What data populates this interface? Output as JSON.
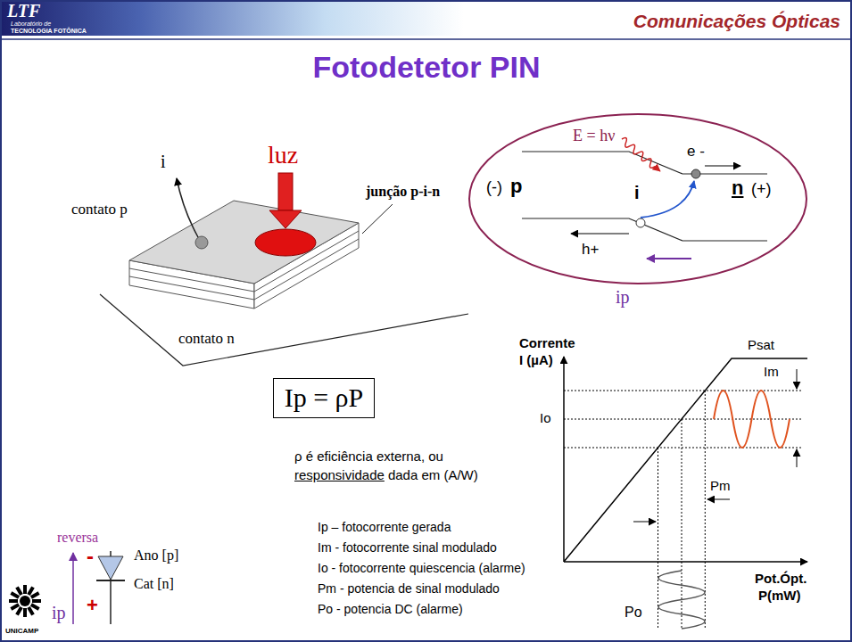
{
  "diagram": {
    "title": "Fotodetetor PIN",
    "nodes": [
      {
        "text": [
          "E = hν",
          "e -",
          "(-)",
          "p",
          "i",
          "n",
          "(+)",
          "h+"
        ]
      },
      {
        "text": [
          "Ip = ρP"
        ]
      }
    ],
    "labels": [
      "Comunicações Ópticas",
      "LTF",
      "Laboratório de",
      "TECNOLOGIA FOTÔNICA",
      "luz",
      "i",
      "contato p",
      "junção p-i-n",
      "contato n",
      "ip",
      "Corrente",
      "I (µA)",
      "Psat",
      "Im",
      "Io",
      "Pm",
      "Pot.Ópt.",
      "P(mW)",
      "Po",
      "reversa",
      "-",
      "+",
      "Ano [p]",
      "Cat [n]",
      "ip",
      "ρ é eficiência externa, ou",
      "responsividade",
      "dada em (A/W)",
      "Ip – fotocorrente gerada",
      "Im - fotocorrente sinal modulado",
      "Io - fotocorrente quiescencia (alarme)",
      "Pm - potencia de sinal modulado",
      "Po - potencia DC (alarme)",
      "UNICAMP"
    ]
  }
}
